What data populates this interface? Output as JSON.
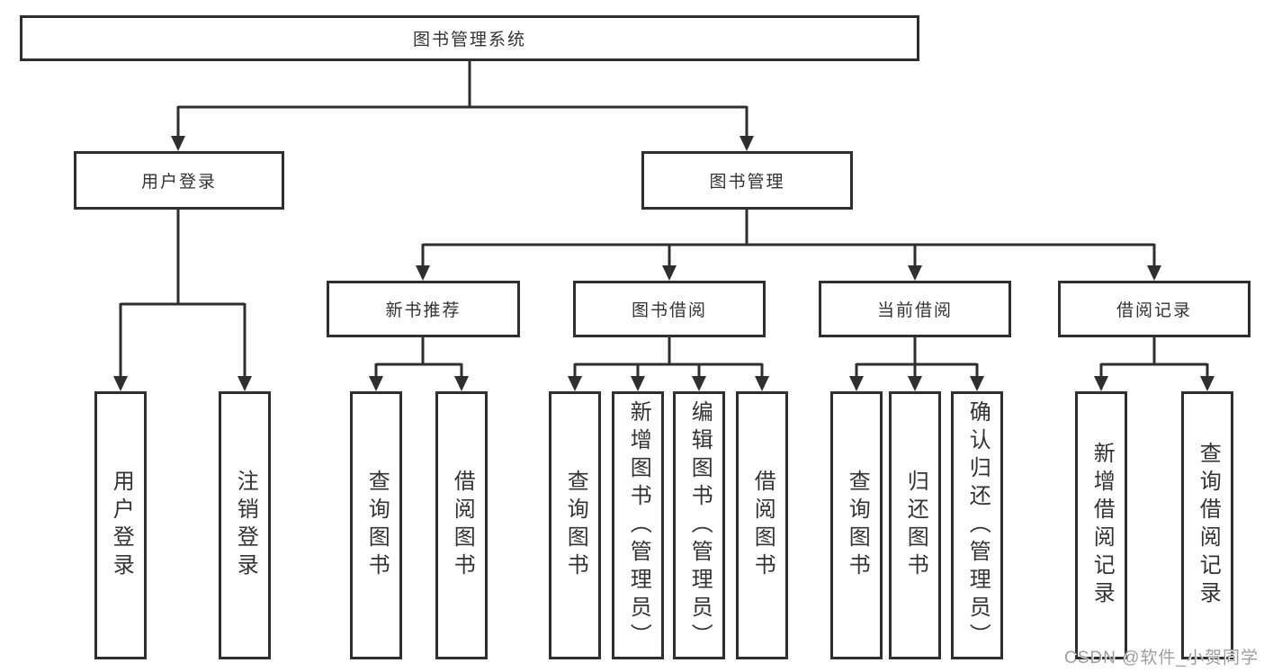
{
  "colors": {
    "line": "#2f2f2f",
    "text": "#333333",
    "background": "#ffffff",
    "watermark": "#9e9e9e"
  },
  "watermark": {
    "text": "CSDN @软件_小贺同学"
  },
  "tree": {
    "root": {
      "label": "图书管理系统"
    },
    "branches": [
      {
        "label": "用户登录",
        "children": [
          {
            "label": "用户登录"
          },
          {
            "label": "注销登录"
          }
        ]
      },
      {
        "label": "图书管理",
        "groups": [
          {
            "label": "新书推荐",
            "children": [
              {
                "label": "查询图书"
              },
              {
                "label": "借阅图书"
              }
            ]
          },
          {
            "label": "图书借阅",
            "children": [
              {
                "label": "查询图书"
              },
              {
                "label": "新增图书（管理员）"
              },
              {
                "label": "编辑图书（管理员）"
              },
              {
                "label": "借阅图书"
              }
            ]
          },
          {
            "label": "当前借阅",
            "children": [
              {
                "label": "查询图书"
              },
              {
                "label": "归还图书"
              },
              {
                "label": "确认归还（管理员）"
              }
            ]
          },
          {
            "label": "借阅记录",
            "children": [
              {
                "label": "新增借阅记录"
              },
              {
                "label": "查询借阅记录"
              }
            ]
          }
        ]
      }
    ]
  }
}
